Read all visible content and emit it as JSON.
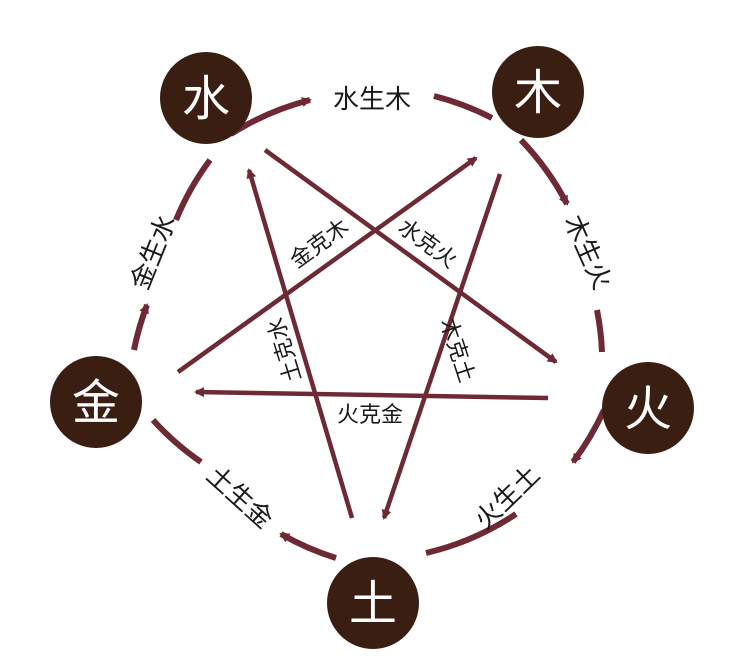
{
  "colors": {
    "node_fill": "#3b1e12",
    "node_text": "#ffffff",
    "arrow": "#6e2a34",
    "text": "#1a1a1a",
    "background": "#ffffff"
  },
  "nodes": {
    "water": "水",
    "wood": "木",
    "fire": "火",
    "earth": "土",
    "metal": "金"
  },
  "generating_cycle": {
    "water_wood": "水生木",
    "wood_fire": "木生火",
    "fire_earth": "火生土",
    "earth_metal": "土生金",
    "metal_water": "金生水"
  },
  "controlling_cycle": {
    "metal_wood": "金克木",
    "water_fire": "水克火",
    "wood_earth": "木克土",
    "earth_water": "土克水",
    "fire_metal": "火克金"
  }
}
